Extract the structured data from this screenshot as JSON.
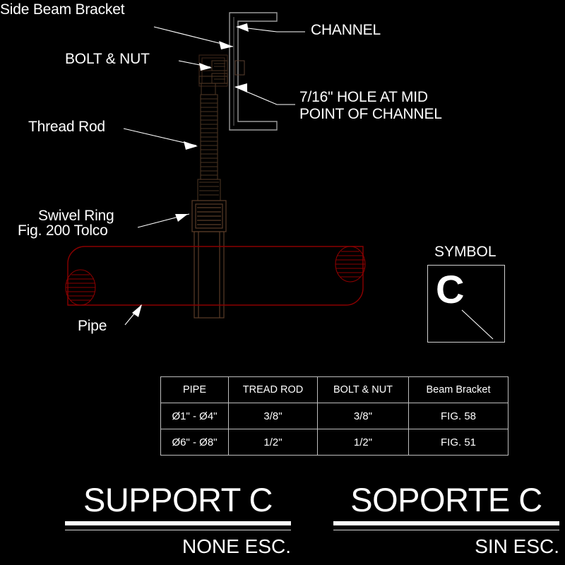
{
  "drawing": {
    "title": "SUPPORT C",
    "colors": {
      "background": "#000000",
      "text": "#ffffff",
      "pipe": "#8b0000",
      "hardware": "#2a1a10",
      "channel": "#9a9a9a",
      "table_border": "#bdbdbd",
      "leader": "#ffffff"
    }
  },
  "callouts": [
    {
      "key": "side_beam_bracket",
      "label": "Side Beam Bracket"
    },
    {
      "key": "bolt_nut",
      "label": "BOLT & NUT"
    },
    {
      "key": "thread_rod",
      "label": "Thread Rod"
    },
    {
      "key": "swivel_ring_line1",
      "label": "Swivel Ring"
    },
    {
      "key": "swivel_ring_line2",
      "label": "Fig. 200 Tolco"
    },
    {
      "key": "pipe",
      "label": "Pipe"
    },
    {
      "key": "channel",
      "label": "CHANNEL"
    },
    {
      "key": "hole_line1",
      "label": "7/16\" HOLE AT MID"
    },
    {
      "key": "hole_line2",
      "label": "POINT OF CHANNEL"
    }
  ],
  "symbol": {
    "caption": "SYMBOL",
    "letter": "C"
  },
  "spec_table": {
    "headers": [
      "PIPE",
      "TREAD ROD",
      "BOLT & NUT",
      "Beam Bracket"
    ],
    "rows": [
      [
        "Ø1\" - Ø4\"",
        "3/8\"",
        "3/8\"",
        "FIG. 58"
      ],
      [
        "Ø6\" - Ø8\"",
        "1/2\"",
        "1/2\"",
        "FIG. 51"
      ]
    ]
  },
  "titles": {
    "left": {
      "main": "SUPPORT C",
      "sub": "NONE ESC."
    },
    "right": {
      "main": "SOPORTE C",
      "sub": "SIN ESC."
    }
  }
}
